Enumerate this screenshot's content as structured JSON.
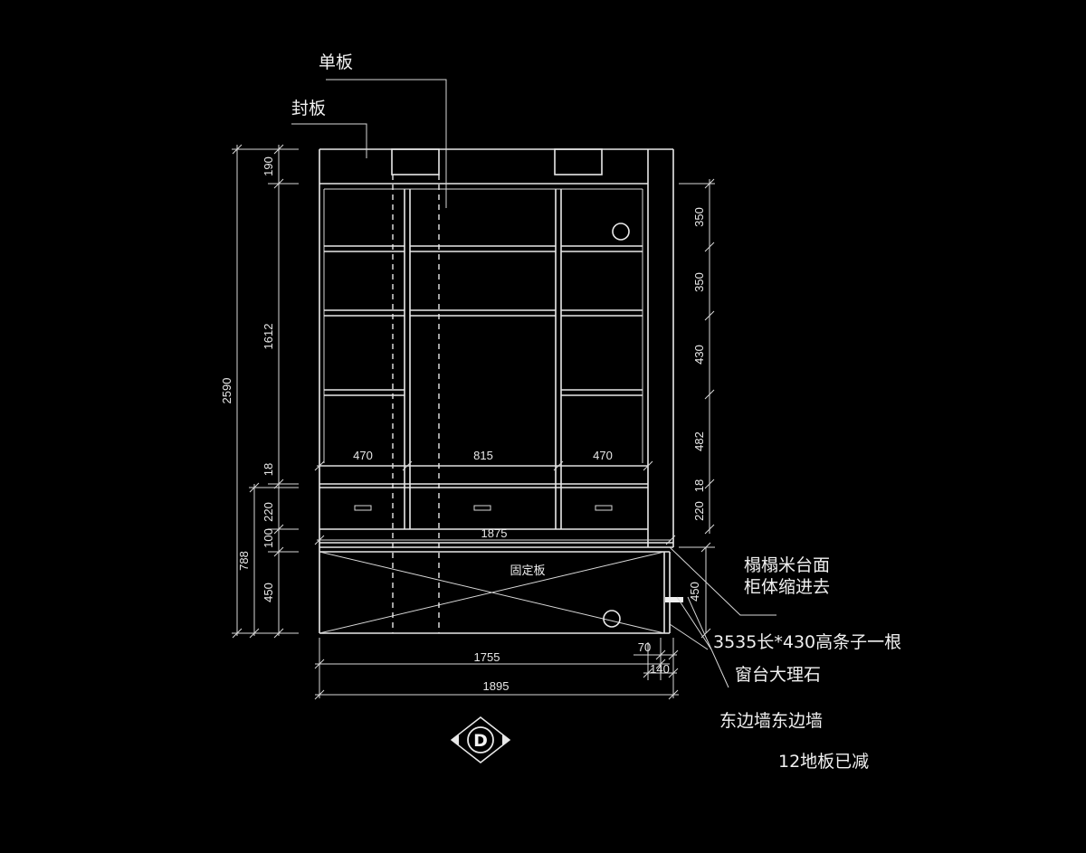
{
  "labels": {
    "single_board": "单板",
    "seal_board": "封板",
    "fixed_board": "固定板",
    "tatami_top_line1": "榻榻米台面",
    "tatami_top_line2": "柜体缩进去",
    "strip_note": "3535长*430高条子一根",
    "window_marble": "窗台大理石",
    "east_wall": "东边墙东边墙",
    "floor_note": "12地板已减",
    "view_marker": "D"
  },
  "dims": {
    "total_h": "2590",
    "top_190": "190",
    "mid_1612": "1612",
    "gap_18": "18",
    "drawer_220": "220",
    "gap_100": "100",
    "lower_788": "788",
    "base_450": "450",
    "w_470_left": "470",
    "w_815": "815",
    "w_470_right": "470",
    "w_1875": "1875",
    "w_1755": "1755",
    "w_70": "70",
    "w_140": "140",
    "w_1895": "1895",
    "r_350_a": "350",
    "r_350_b": "350",
    "r_430": "430",
    "r_482": "482",
    "r_18": "18",
    "r_220": "220",
    "r_450": "450"
  }
}
